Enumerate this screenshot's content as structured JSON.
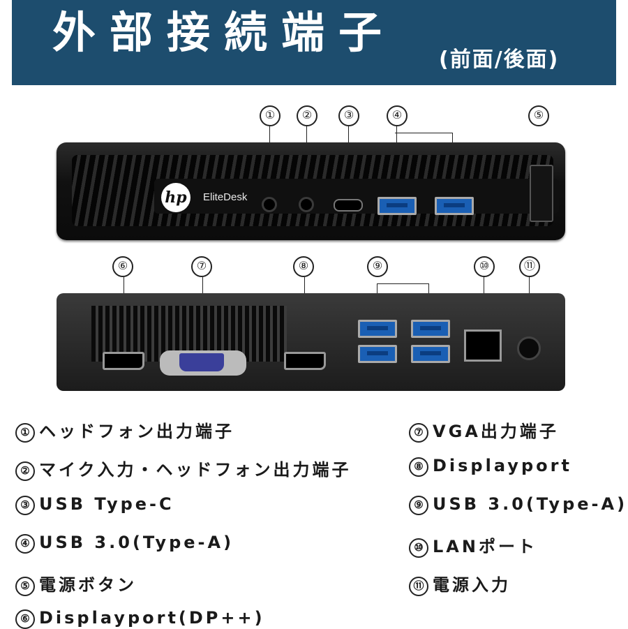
{
  "banner": {
    "title": "外部接続端子",
    "subtitle": "(前面/後面)",
    "color": "#1d4d6e"
  },
  "product": {
    "brand_logo": "hp",
    "model": "EliteDesk"
  },
  "callouts": {
    "front": [
      "①",
      "②",
      "③",
      "④",
      "⑤"
    ],
    "back": [
      "⑥",
      "⑦",
      "⑧",
      "⑨",
      "⑩",
      "⑪"
    ]
  },
  "items": [
    {
      "num": "①",
      "label": "ヘッドフォン出力端子"
    },
    {
      "num": "②",
      "label": "マイク入力・ヘッドフォン出力端子"
    },
    {
      "num": "③",
      "label": "USB Type-C"
    },
    {
      "num": "④",
      "label": "USB 3.0(Type-A)"
    },
    {
      "num": "⑤",
      "label": "電源ボタン"
    },
    {
      "num": "⑥",
      "label": "Displayport(DP++)"
    },
    {
      "num": "⑦",
      "label": "VGA出力端子"
    },
    {
      "num": "⑧",
      "label": "Displayport"
    },
    {
      "num": "⑨",
      "label": "USB 3.0(Type-A)"
    },
    {
      "num": "⑩",
      "label": "LANポート"
    },
    {
      "num": "⑪",
      "label": "電源入力"
    }
  ],
  "colors": {
    "usb3": "#1a5fb4",
    "vga": "#3a3f9a"
  },
  "icons": [
    "headphone-icon",
    "headset-mic-icon",
    "usb-icon",
    "ss-usb-icon",
    "displayport-icon",
    "monitor-icon",
    "network-icon",
    "dc-power-icon"
  ]
}
